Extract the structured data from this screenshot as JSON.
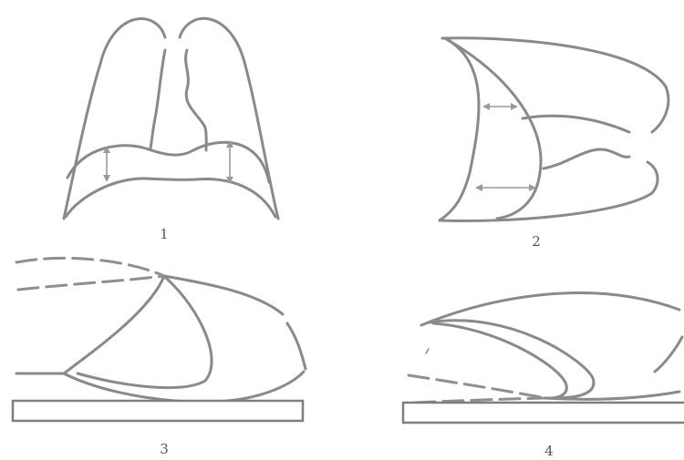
{
  "panels": [
    {
      "label": "1"
    },
    {
      "label": "2"
    },
    {
      "label": "3"
    },
    {
      "label": "4"
    }
  ],
  "colors": {
    "line": "#8a8a8a",
    "arrow": "#9a9a9a",
    "background": "#ffffff"
  }
}
